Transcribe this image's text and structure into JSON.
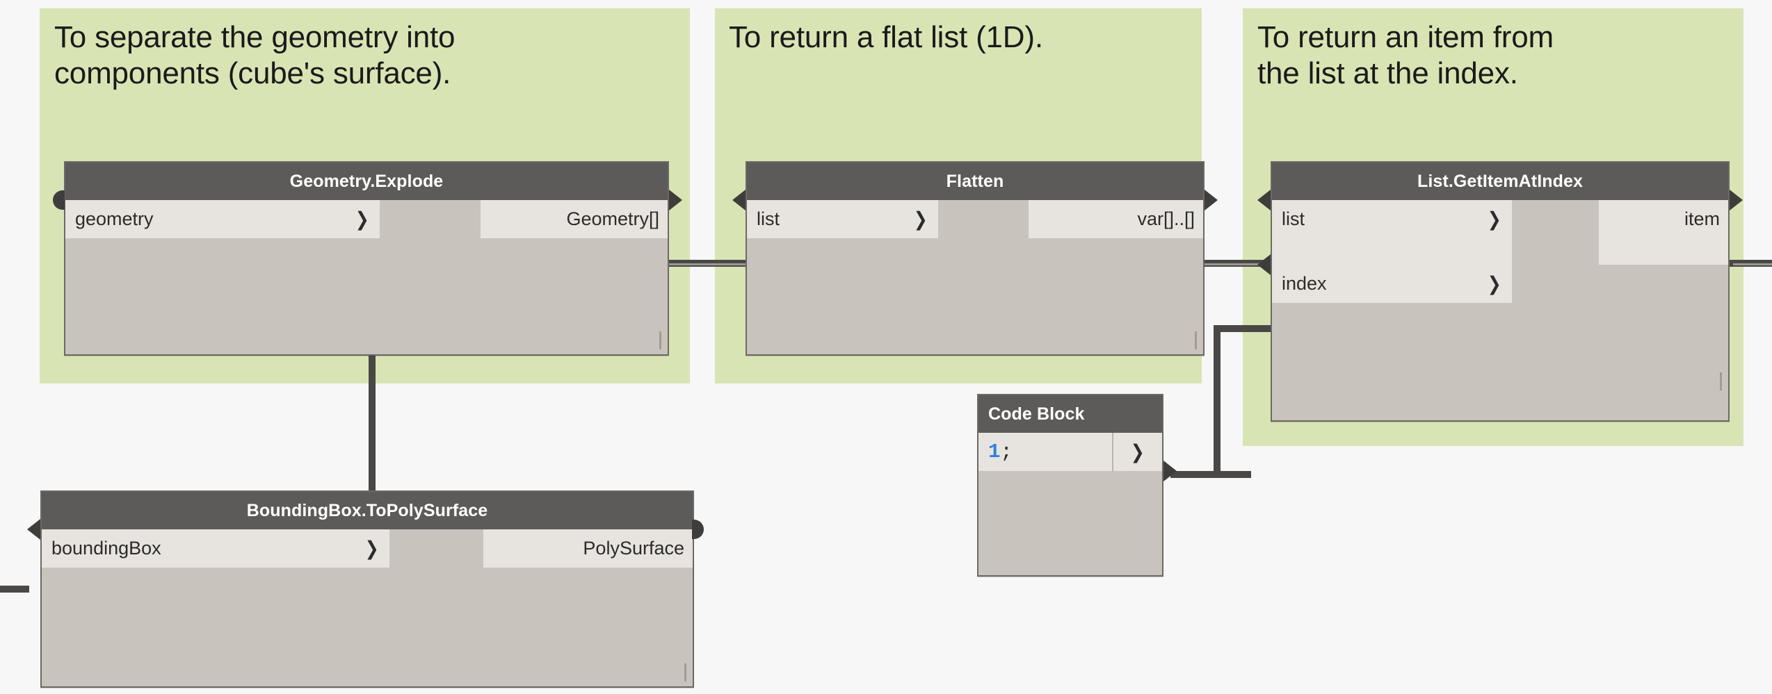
{
  "canvas": {
    "background": "#f7f7f7"
  },
  "theme": {
    "group_fill": "#d9e4b4",
    "node_header": "#5d5b59",
    "node_body": "#c8c4bd",
    "port_fill": "#e7e4df",
    "wire": "#4a4846",
    "code_number": "#2f7fe0"
  },
  "groups": [
    {
      "note": "To separate the geometry into\ncomponents (cube's surface)."
    },
    {
      "note": "To return a flat list (1D)."
    },
    {
      "note": "To return an item from\nthe list at the index."
    }
  ],
  "nodes": [
    {
      "id": "geometry-explode",
      "title": "Geometry.Explode",
      "inputs": [
        {
          "label": "geometry",
          "connected": false
        }
      ],
      "outputs": [
        {
          "label": "Geometry[]",
          "connected": true
        }
      ]
    },
    {
      "id": "flatten",
      "title": "Flatten",
      "inputs": [
        {
          "label": "list",
          "connected": true
        }
      ],
      "outputs": [
        {
          "label": "var[]..[]",
          "connected": true
        }
      ]
    },
    {
      "id": "list-getitematindex",
      "title": "List.GetItemAtIndex",
      "inputs": [
        {
          "label": "list",
          "connected": true
        },
        {
          "label": "index",
          "connected": true
        }
      ],
      "outputs": [
        {
          "label": "item",
          "connected": true
        }
      ]
    },
    {
      "id": "code-block",
      "title": "Code Block",
      "code_number": "1",
      "code_terminator": ";",
      "outputs": [
        {
          "label": "",
          "connected": true
        }
      ]
    },
    {
      "id": "boundingbox-topolysurface",
      "title": "BoundingBox.ToPolySurface",
      "inputs": [
        {
          "label": "boundingBox",
          "connected": true
        }
      ],
      "outputs": [
        {
          "label": "PolySurface",
          "connected": false
        }
      ]
    }
  ]
}
